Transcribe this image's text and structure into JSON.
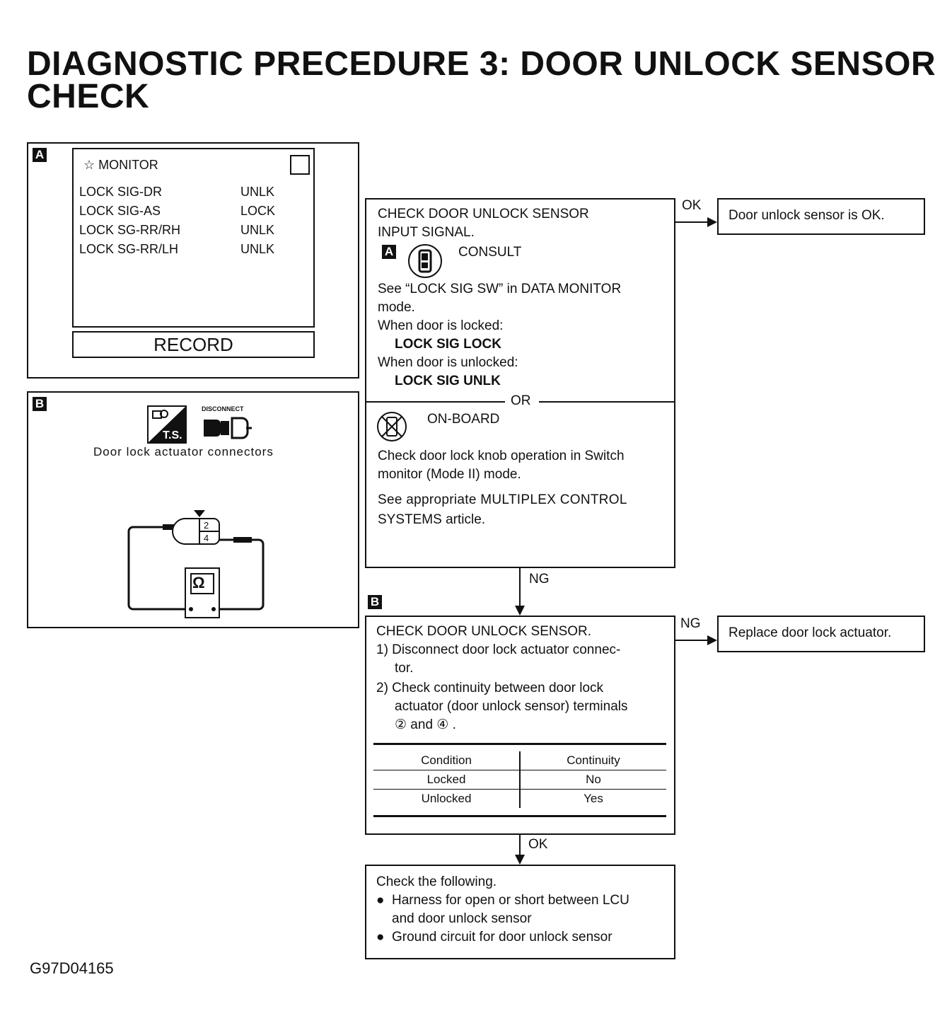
{
  "title_line1": "DIAGNOSTIC PRECEDURE 3: DOOR UNLOCK SENSOR",
  "title_line2": "CHECK",
  "panel_a": {
    "tag": "A",
    "monitor_label": "☆ MONITOR",
    "rows": [
      {
        "label": "LOCK  SIG-DR",
        "value": "UNLK"
      },
      {
        "label": "LOCK  SIG-AS",
        "value": "LOCK"
      },
      {
        "label": "LOCK  SG-RR/RH",
        "value": "UNLK"
      },
      {
        "label": "LOCK  SG-RR/LH",
        "value": "UNLK"
      }
    ],
    "record_label": "RECORD"
  },
  "panel_b": {
    "tag": "B",
    "disconnect_label": "DISCONNECT",
    "ts_label": "T.S.",
    "caption": "Door lock actuator connectors",
    "terminal_top": "2",
    "terminal_bottom": "4",
    "ohm_symbol": "Ω"
  },
  "step1": {
    "heading1": "CHECK DOOR UNLOCK SENSOR",
    "heading2": "INPUT SIGNAL.",
    "tag": "A",
    "consult_label": "CONSULT",
    "line1": "See “LOCK SIG SW” in DATA MONITOR",
    "line2": "mode.",
    "line3": "When door is locked:",
    "line4": "LOCK SIG LOCK",
    "line5": "When door is unlocked:",
    "line6": "LOCK SIG UNLK",
    "or_label": "OR",
    "onboard_label": "ON-BOARD",
    "line7": "Check door lock knob operation in Switch",
    "line8": "monitor (Mode II) mode.",
    "line9": "See appropriate MULTIPLEX CONTROL",
    "line10": "SYSTEMS article."
  },
  "ok1_label": "OK",
  "result_ok": "Door unlock sensor is OK.",
  "ng1_label": "NG",
  "step2": {
    "tag": "B",
    "heading": "CHECK DOOR UNLOCK SENSOR.",
    "line1": "1) Disconnect door lock actuator connec-",
    "line2": "tor.",
    "line3": "2) Check continuity between door lock",
    "line4": "actuator (door unlock sensor) terminals",
    "line5": "② and ④ .",
    "table_header": [
      "Condition",
      "Continuity"
    ],
    "table_rows": [
      [
        "Locked",
        "No"
      ],
      [
        "Unlocked",
        "Yes"
      ]
    ]
  },
  "ng2_label": "NG",
  "result_ng": "Replace door lock actuator.",
  "ok2_label": "OK",
  "step3": {
    "heading": "Check the following.",
    "bullet1a": "Harness for open or short between LCU",
    "bullet1b": "and door unlock sensor",
    "bullet2": "Ground circuit for door unlock sensor"
  },
  "figure_code": "G97D04165"
}
